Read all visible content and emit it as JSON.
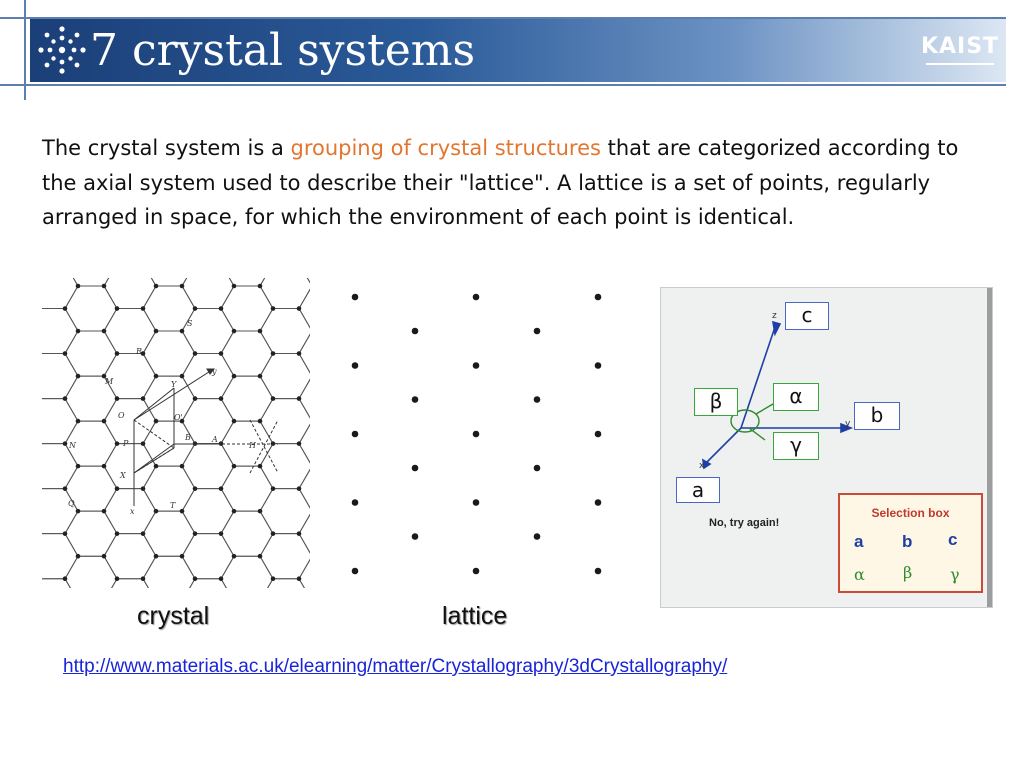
{
  "header": {
    "title": "7 crystal systems",
    "logo_text": "KAIST",
    "colors": {
      "band_dark": "#1b3f78",
      "band_light": "#dce7f3"
    }
  },
  "intro": {
    "before": "The crystal system is a ",
    "highlight": "grouping of crystal structures",
    "after": " that are categorized according to the axial system used to describe their \"lattice\". A lattice is a set of points, regularly arranged in space, for which the environment of each point is identical.",
    "highlight_color": "#e3762f"
  },
  "figures": {
    "crystal_caption": "crystal",
    "lattice_caption": "lattice",
    "crystal_labels": [
      "S",
      "R",
      "M",
      "Y",
      "y",
      "O",
      "O'",
      "N",
      "P",
      "A",
      "B",
      "H",
      "X",
      "x",
      "Q",
      "T"
    ]
  },
  "applet": {
    "axis_labels": {
      "z": "z",
      "y": "y",
      "x": "x"
    },
    "labels": {
      "c": "c",
      "alpha": "α",
      "beta": "β",
      "b": "b",
      "gamma": "γ",
      "a": "a"
    },
    "feedback": "No, try again!",
    "selection_box": {
      "title": "Selection box",
      "letters": [
        "a",
        "b",
        "c"
      ],
      "greek": [
        "α",
        "β",
        "γ"
      ]
    }
  },
  "link": {
    "url": "http://www.materials.ac.uk/elearning/matter/Crystallography/3dCrystallography/"
  }
}
